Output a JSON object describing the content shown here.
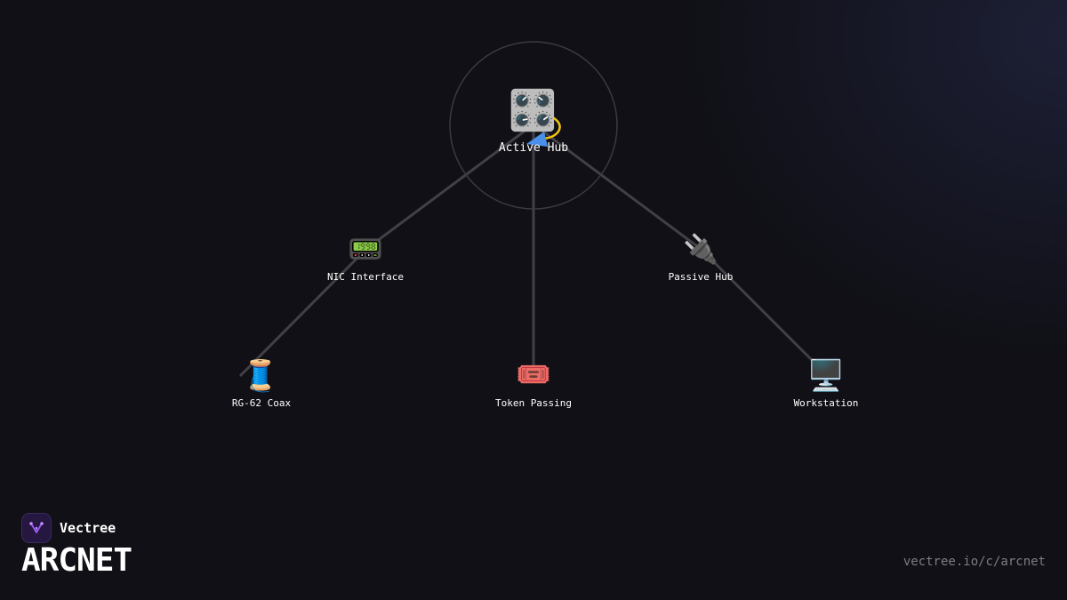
{
  "diagram": {
    "center": {
      "label": "Active Hub",
      "icon": "control-knobs-icon",
      "emoji": "🎛️"
    },
    "nodes": [
      {
        "id": "nic",
        "label": "NIC Interface",
        "icon": "pager-icon",
        "emoji": "📟"
      },
      {
        "id": "passive",
        "label": "Passive Hub",
        "icon": "electric-plug-icon",
        "emoji": "🔌"
      },
      {
        "id": "coax",
        "label": "RG-62 Coax",
        "icon": "thread-spool-icon",
        "emoji": "🧵"
      },
      {
        "id": "token",
        "label": "Token Passing",
        "icon": "ticket-icon",
        "emoji": "🎟️"
      },
      {
        "id": "workstation",
        "label": "Workstation",
        "icon": "desktop-computer-icon",
        "emoji": "🖥️"
      }
    ],
    "colors": {
      "edge": "#404046",
      "ring": "#3a3a40",
      "accent_blue": "#4a8fe8",
      "accent_yellow": "#f2c40f"
    }
  },
  "brand": {
    "name": "Vectree",
    "icon": "vectree-logo-icon"
  },
  "title": "ARCNET",
  "url": "vectree.io/c/arcnet"
}
